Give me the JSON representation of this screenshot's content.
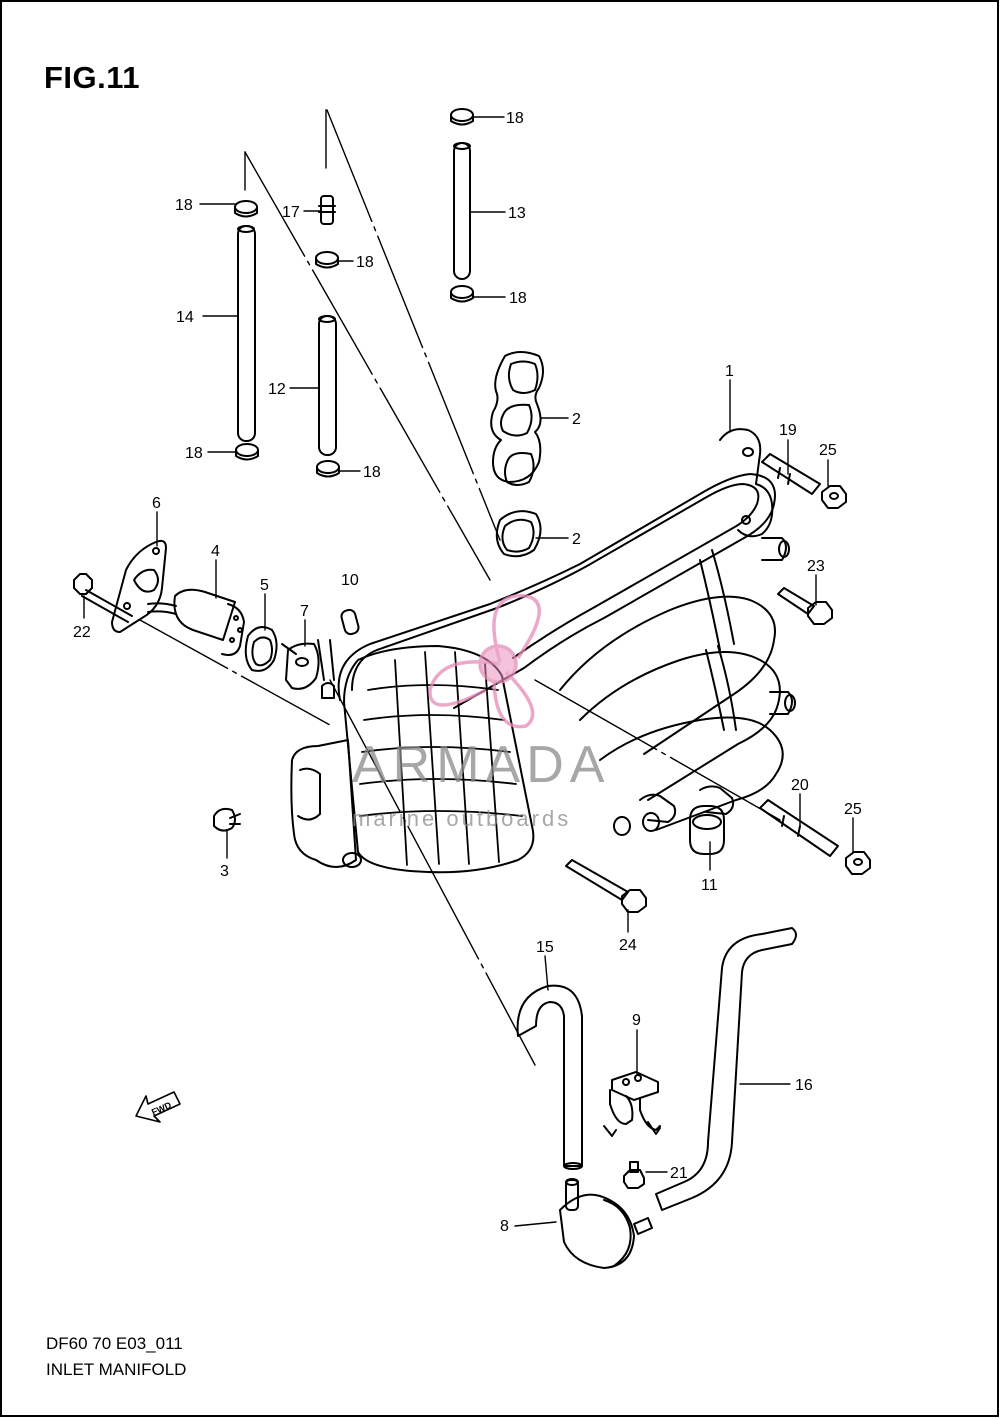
{
  "figure": {
    "title": "FIG.11"
  },
  "footer": {
    "code": "DF60 70 E03_011",
    "name": "INLET MANIFOLD"
  },
  "watermark": {
    "brand": "ARMADA",
    "tagline": "marine outboards",
    "brand_color": "#e58bb8",
    "text_color": "#8a8a8a"
  },
  "fwd_label": "FWD",
  "callouts": {
    "c1": "1",
    "c2a": "2",
    "c2b": "2",
    "c3": "3",
    "c4": "4",
    "c5": "5",
    "c6": "6",
    "c7": "7",
    "c8": "8",
    "c9": "9",
    "c10": "10",
    "c11": "11",
    "c12": "12",
    "c13": "13",
    "c14": "14",
    "c15": "15",
    "c16": "16",
    "c17": "17",
    "c18a": "18",
    "c18b": "18",
    "c18c": "18",
    "c18d": "18",
    "c18e": "18",
    "c18f": "18",
    "c19": "19",
    "c20": "20",
    "c21": "21",
    "c22": "22",
    "c23": "23",
    "c24": "24",
    "c25a": "25",
    "c25b": "25"
  }
}
